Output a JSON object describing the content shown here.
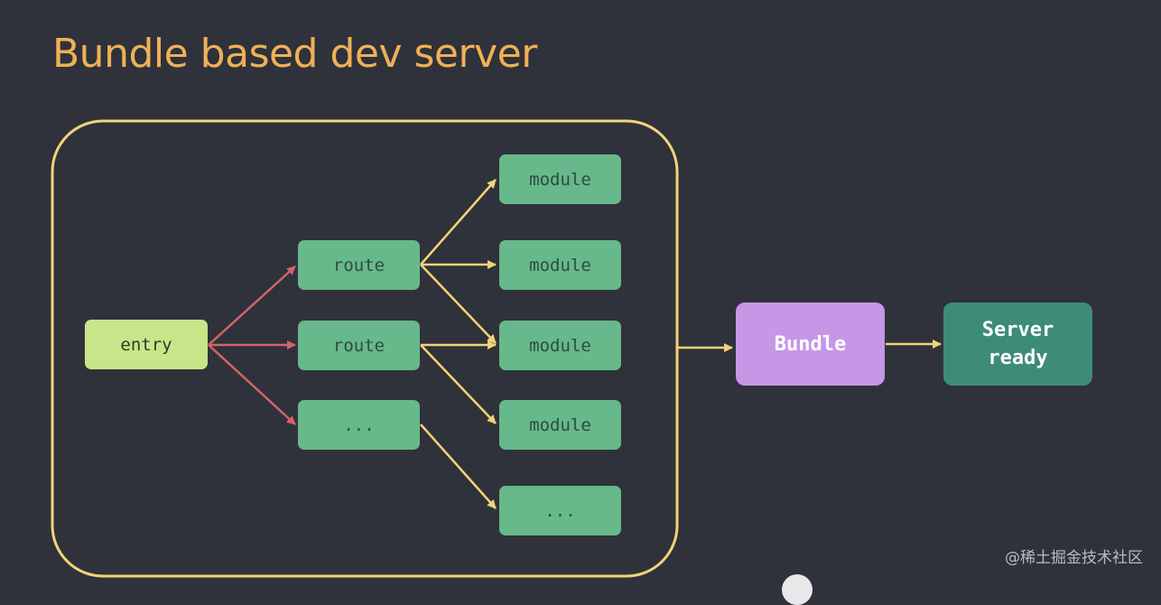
{
  "title": "Bundle based dev server",
  "nodes": {
    "entry": "entry",
    "route_1": "route",
    "route_2": "route",
    "route_3": "...",
    "module_1": "module",
    "module_2": "module",
    "module_3": "module",
    "module_4": "module",
    "module_5": "...",
    "bundle": "Bundle",
    "server_ready_line1": "Server",
    "server_ready_line2": "ready"
  },
  "watermark": "@稀土掘金技术社区",
  "colors": {
    "background": "#2f323a",
    "title": "#f0b056",
    "container_border": "#f1d379",
    "entry_arrow": "#d2646a",
    "module_arrow": "#f1d379",
    "node_green": "#67b88a",
    "entry_fill": "#c9e58a",
    "bundle_fill": "#c597e6",
    "ready_fill": "#3d8c78"
  }
}
